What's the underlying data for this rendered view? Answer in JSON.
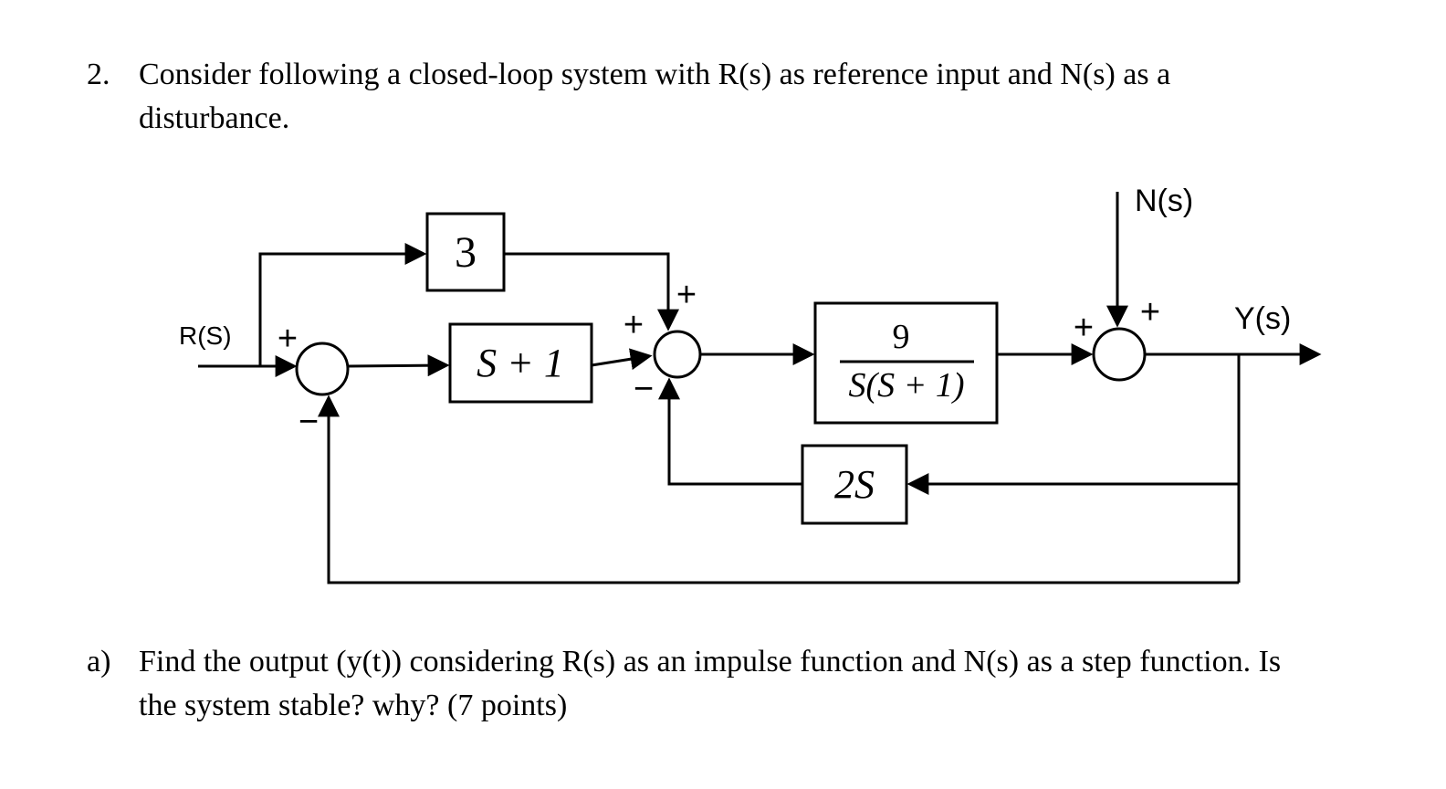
{
  "page": {
    "background_color": "#ffffff",
    "ink_color": "#000000"
  },
  "problem": {
    "number": "2.",
    "statement": "Consider following a closed-loop system with R(s) as reference input and N(s) as a disturbance."
  },
  "subquestion": {
    "number": "a)",
    "statement": "Find the output (y(t)) considering R(s) as an impulse function and N(s) as a step function. Is the system stable? why? (7 points)"
  },
  "diagram": {
    "signals": {
      "reference": "R(S)",
      "disturbance": "N(s)",
      "output": "Y(s)"
    },
    "blocks": {
      "gain": "3",
      "controller": "S + 1",
      "plant_numerator": "9",
      "plant_denominator": "S(S + 1)",
      "feedback": "2S"
    },
    "signs": {
      "sum1_plus": "+",
      "sum1_minus": "−",
      "sum2_plus_left": "+",
      "sum2_plus_top": "+",
      "sum2_minus": "−",
      "sum3_plus_left": "+",
      "sum3_plus_top": "+"
    }
  }
}
